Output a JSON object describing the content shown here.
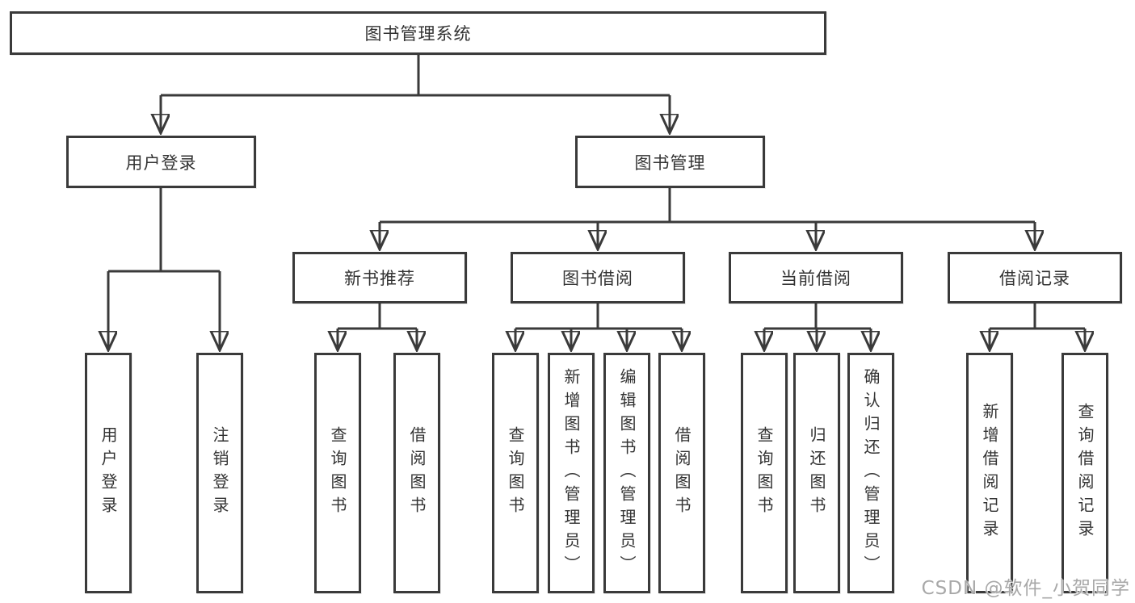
{
  "diagram": {
    "root": {
      "label": "图书管理系统"
    },
    "level2": {
      "user_login": {
        "label": "用户登录"
      },
      "book_mgmt": {
        "label": "图书管理"
      }
    },
    "level3": {
      "new_books": {
        "label": "新书推荐"
      },
      "borrowing": {
        "label": "图书借阅"
      },
      "current": {
        "label": "当前借阅"
      },
      "records": {
        "label": "借阅记录"
      }
    },
    "leaves": {
      "user_login": [
        "用户登录",
        "注销登录"
      ],
      "new_books": [
        "查询图书",
        "借阅图书"
      ],
      "borrowing": [
        "查询图书",
        "新增图书（管理员）",
        "编辑图书（管理员）",
        "借阅图书"
      ],
      "current": [
        "查询图书",
        "归还图书",
        "确认归还（管理员）"
      ],
      "records": [
        "新增借阅记录",
        "查询借阅记录"
      ]
    }
  },
  "watermark": {
    "text": "CSDN @软件_小贺同学"
  },
  "colors": {
    "line": "#3a3a3a",
    "text": "#333333",
    "box_background": "#ffffff",
    "watermark": "#a8a8a8"
  }
}
